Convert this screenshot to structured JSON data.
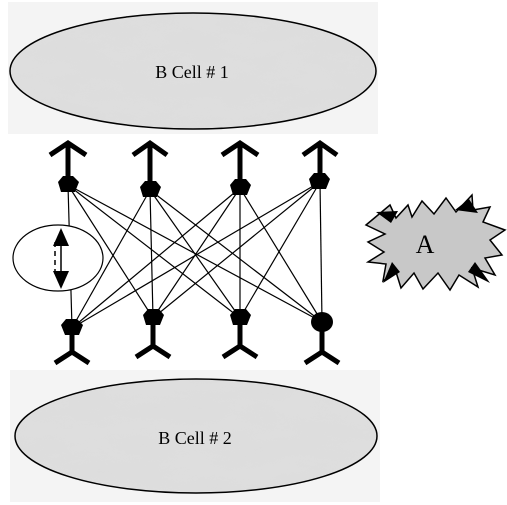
{
  "cells": {
    "top_label": "B Cell # 1",
    "bottom_label": "B Cell # 2"
  },
  "antigen": {
    "label": "A",
    "fill": "#c8c8c8"
  },
  "colors": {
    "cell_fill": "#d9d9d9",
    "stroke": "#000000"
  }
}
